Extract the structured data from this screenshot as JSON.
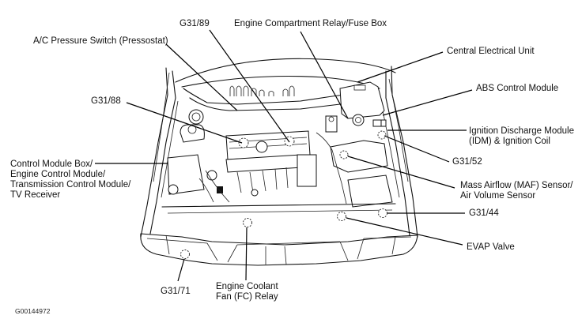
{
  "diagram": {
    "subject": "Engine compartment component locations",
    "figure_id": "G00144972",
    "callouts": [
      {
        "id": "g31-89",
        "lines": [
          "G31/89"
        ]
      },
      {
        "id": "engine-compartment-relay-fuse-box",
        "lines": [
          "Engine Compartment Relay/Fuse Box"
        ]
      },
      {
        "id": "ac-pressure-switch",
        "lines": [
          "A/C Pressure Switch (Pressostat)"
        ]
      },
      {
        "id": "central-electrical-unit",
        "lines": [
          "Central Electrical Unit"
        ]
      },
      {
        "id": "abs-control-module",
        "lines": [
          "ABS Control Module"
        ]
      },
      {
        "id": "g31-88",
        "lines": [
          "G31/88"
        ]
      },
      {
        "id": "ignition-discharge-module",
        "lines": [
          "Ignition Discharge Module",
          "(IDM) & Ignition Coil"
        ]
      },
      {
        "id": "g31-52",
        "lines": [
          "G31/52"
        ]
      },
      {
        "id": "control-module-box",
        "lines": [
          "Control Module Box/",
          "Engine Control Module/",
          "Transmission Control Module/",
          "TV Receiver"
        ]
      },
      {
        "id": "maf-sensor",
        "lines": [
          "Mass Airflow (MAF) Sensor/",
          "Air Volume Sensor"
        ]
      },
      {
        "id": "g31-44",
        "lines": [
          "G31/44"
        ]
      },
      {
        "id": "evap-valve",
        "lines": [
          "EVAP Valve"
        ]
      },
      {
        "id": "g31-71",
        "lines": [
          "G31/71"
        ]
      },
      {
        "id": "engine-coolant-fan-relay",
        "lines": [
          "Engine Coolant",
          "Fan (FC) Relay"
        ]
      }
    ]
  }
}
